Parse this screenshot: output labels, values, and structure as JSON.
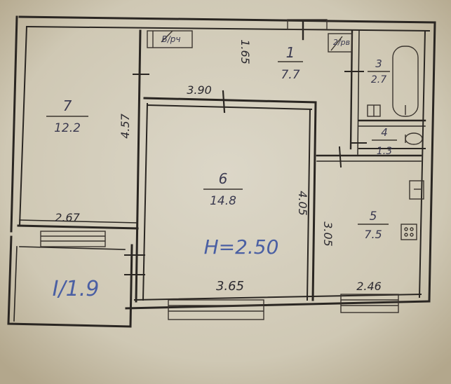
{
  "plan": {
    "rooms": [
      {
        "number": "1",
        "area": "7.7"
      },
      {
        "number": "3",
        "area": "2.7"
      },
      {
        "number": "4",
        "area": "1.3"
      },
      {
        "number": "5",
        "area": "7.5"
      },
      {
        "number": "6",
        "area": "14.8"
      },
      {
        "number": "7",
        "area": "12.2"
      }
    ],
    "balcony_label": "I/1.9",
    "height_label": "H=2.50",
    "closet_labels": [
      "В/рч",
      "2/рв"
    ],
    "dimensions": [
      "1.65",
      "3.90",
      "4.57",
      "4.05",
      "3.05",
      "2.67",
      "3.65",
      "2.46"
    ]
  },
  "colors": {
    "paper": "#d6d0c0",
    "paper_shadow": "#a89a80",
    "ink": "#2a2622",
    "pencil": "#3b3a50",
    "blue_ink": "#4a5fa3"
  }
}
